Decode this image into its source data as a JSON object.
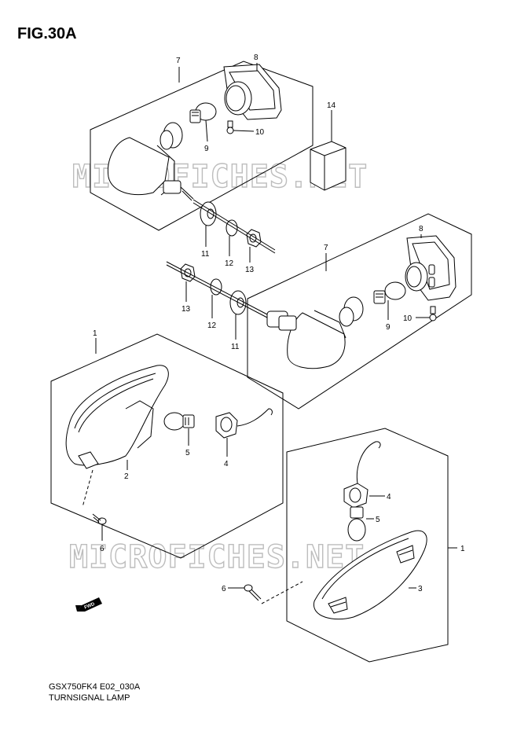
{
  "figure": {
    "title": "FIG.30A",
    "model_code": "GSX750FK4 E02_030A",
    "part_name": "TURNSIGNAL LAMP"
  },
  "watermark": {
    "text": "MICROFICHES.NET",
    "color": "#bdbdbd"
  },
  "fwd_label": "FWD",
  "callouts": {
    "upper_right_assembly": "7",
    "upper_right_lens": "8",
    "upper_right_bulb": "9",
    "upper_right_screw": "10",
    "upper_right_washer": "11",
    "upper_right_lockwasher": "12",
    "upper_right_nut": "13",
    "upper_lens_block": "14",
    "mid_assembly": "7",
    "mid_lens": "8",
    "mid_bulb": "9",
    "mid_screw": "10",
    "mid_washer": "11",
    "mid_lockwasher": "12",
    "mid_nut": "13",
    "left_lamp_assembly": "1",
    "left_lens": "2",
    "left_bulb": "5",
    "left_socket": "4",
    "left_screw": "6",
    "right_lamp_assembly": "1",
    "right_socket": "4",
    "right_bulb": "5",
    "right_lens": "3",
    "right_screw": "6"
  }
}
